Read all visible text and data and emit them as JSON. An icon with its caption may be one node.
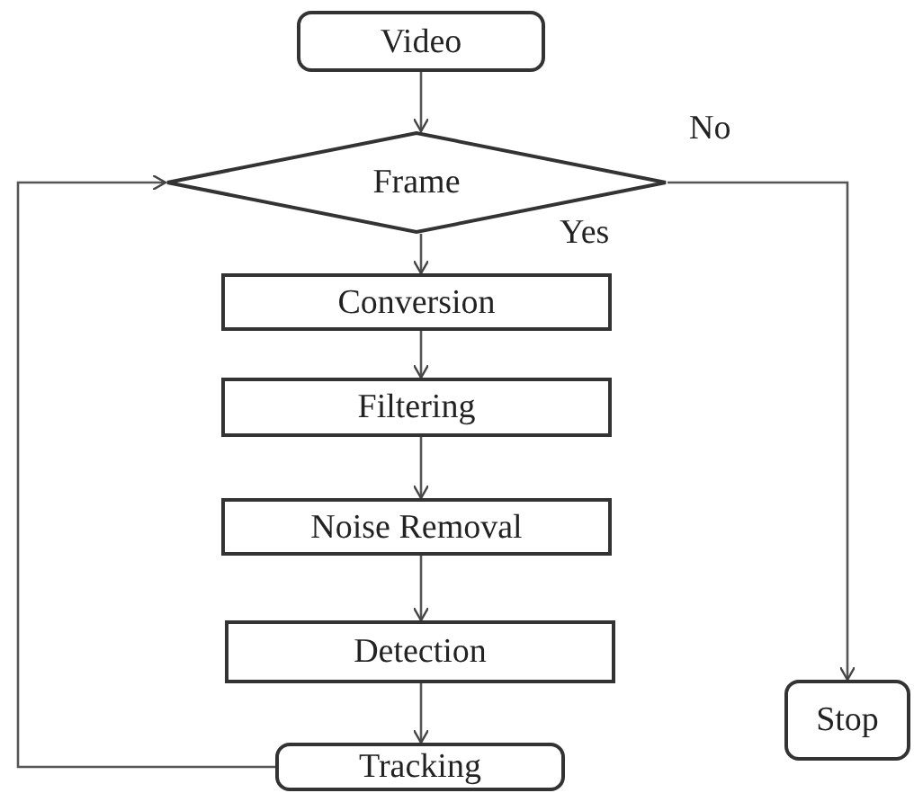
{
  "diagram": {
    "nodes": [
      {
        "text": [
          "Video"
        ]
      },
      {
        "text": [
          "Frame"
        ]
      },
      {
        "text": [
          "Conversion"
        ]
      },
      {
        "text": [
          "Filtering"
        ]
      },
      {
        "text": [
          "Noise Removal"
        ]
      },
      {
        "text": [
          "Detection"
        ]
      },
      {
        "text": [
          "Tracking"
        ]
      },
      {
        "text": [
          "Stop"
        ]
      }
    ],
    "edges": [
      {
        "from": 0,
        "to": 1,
        "arrow": "to"
      },
      {
        "from": 1,
        "to": 2,
        "arrow": "to",
        "label": "Yes"
      },
      {
        "from": 2,
        "to": 3,
        "arrow": "to"
      },
      {
        "from": 3,
        "to": 4,
        "arrow": "to"
      },
      {
        "from": 4,
        "to": 5,
        "arrow": "to"
      },
      {
        "from": 5,
        "to": 6,
        "arrow": "to"
      },
      {
        "from": 6,
        "to": 1,
        "arrow": "to"
      },
      {
        "from": 1,
        "to": 7,
        "arrow": "to",
        "label": "No"
      }
    ]
  }
}
